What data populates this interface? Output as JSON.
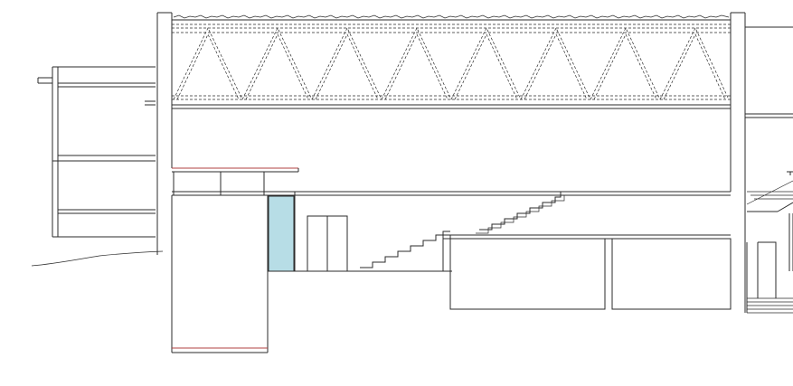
{
  "drawing": {
    "kind": "architectural-section",
    "truss_bays": 8,
    "stair_flights": 2,
    "colors": {
      "line": "#2b2b2b",
      "background": "#ffffff",
      "glass": "#b7dde6",
      "accent": "#b04040"
    }
  }
}
